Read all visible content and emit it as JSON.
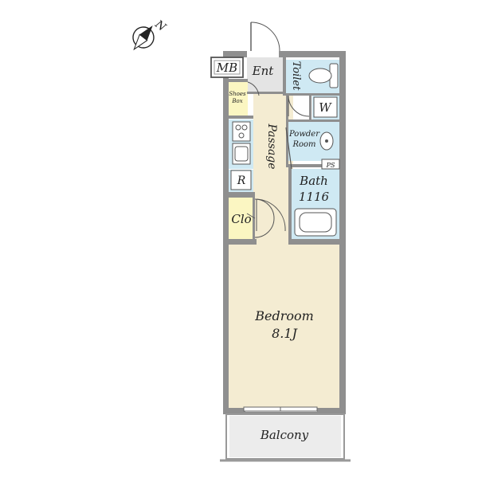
{
  "compass": {
    "label": "N",
    "icon": "north-arrow-icon"
  },
  "rooms": {
    "mb": "MB",
    "entrance": "Ent",
    "toilet": "Toilet",
    "shoes_box_line1": "Shoes",
    "shoes_box_line2": "Box",
    "washer": "W",
    "passage": "Passage",
    "powder_room_line1": "Powder",
    "powder_room_line2": "Room",
    "ps": "PS",
    "refrigerator": "R",
    "bath_line1": "Bath",
    "bath_line2": "1116",
    "closet": "Clo",
    "bedroom_line1": "Bedroom",
    "bedroom_line2": "8.1J",
    "balcony": "Balcony"
  },
  "colors": {
    "bedroom_floor": "#f4ecd2",
    "wet_area": "#cfe9f3",
    "storage": "#fbf6c2",
    "entrance_floor": "#e4e4e4",
    "balcony_floor": "#ececec",
    "wall": "#8f8f8f"
  }
}
